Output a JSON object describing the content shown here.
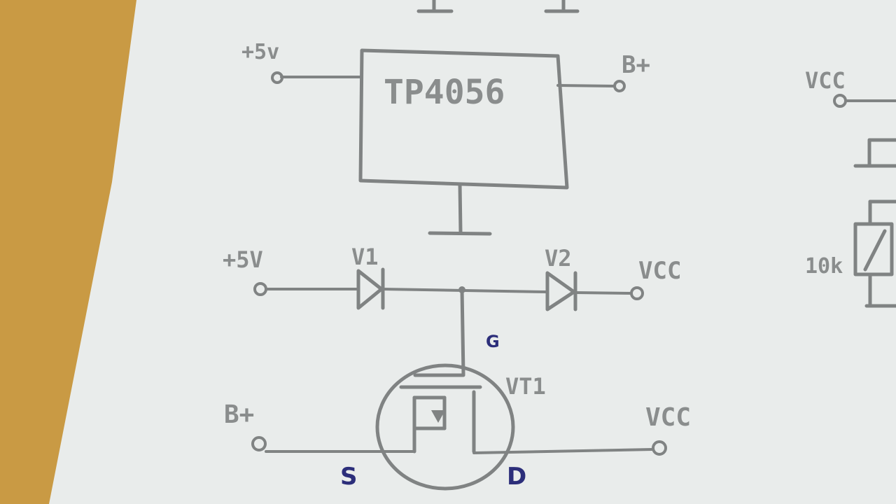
{
  "colors": {
    "desk": "#c99a44",
    "paper": "#e9eceb",
    "pencil": "#808383",
    "pen_blue": "#2c2e7a"
  },
  "labels": {
    "ic_name": "TP4056",
    "ic_input": "+5v",
    "ic_output": "B+",
    "diode_input": "+5V",
    "diode1": "V1",
    "diode2": "V2",
    "diode_output": "VCC",
    "gate": "G",
    "transistor": "VT1",
    "source_terminal": "B+",
    "drain_terminal": "VCC",
    "source": "S",
    "drain": "D",
    "right_vcc": "VCC",
    "resistor_value": "10k"
  }
}
